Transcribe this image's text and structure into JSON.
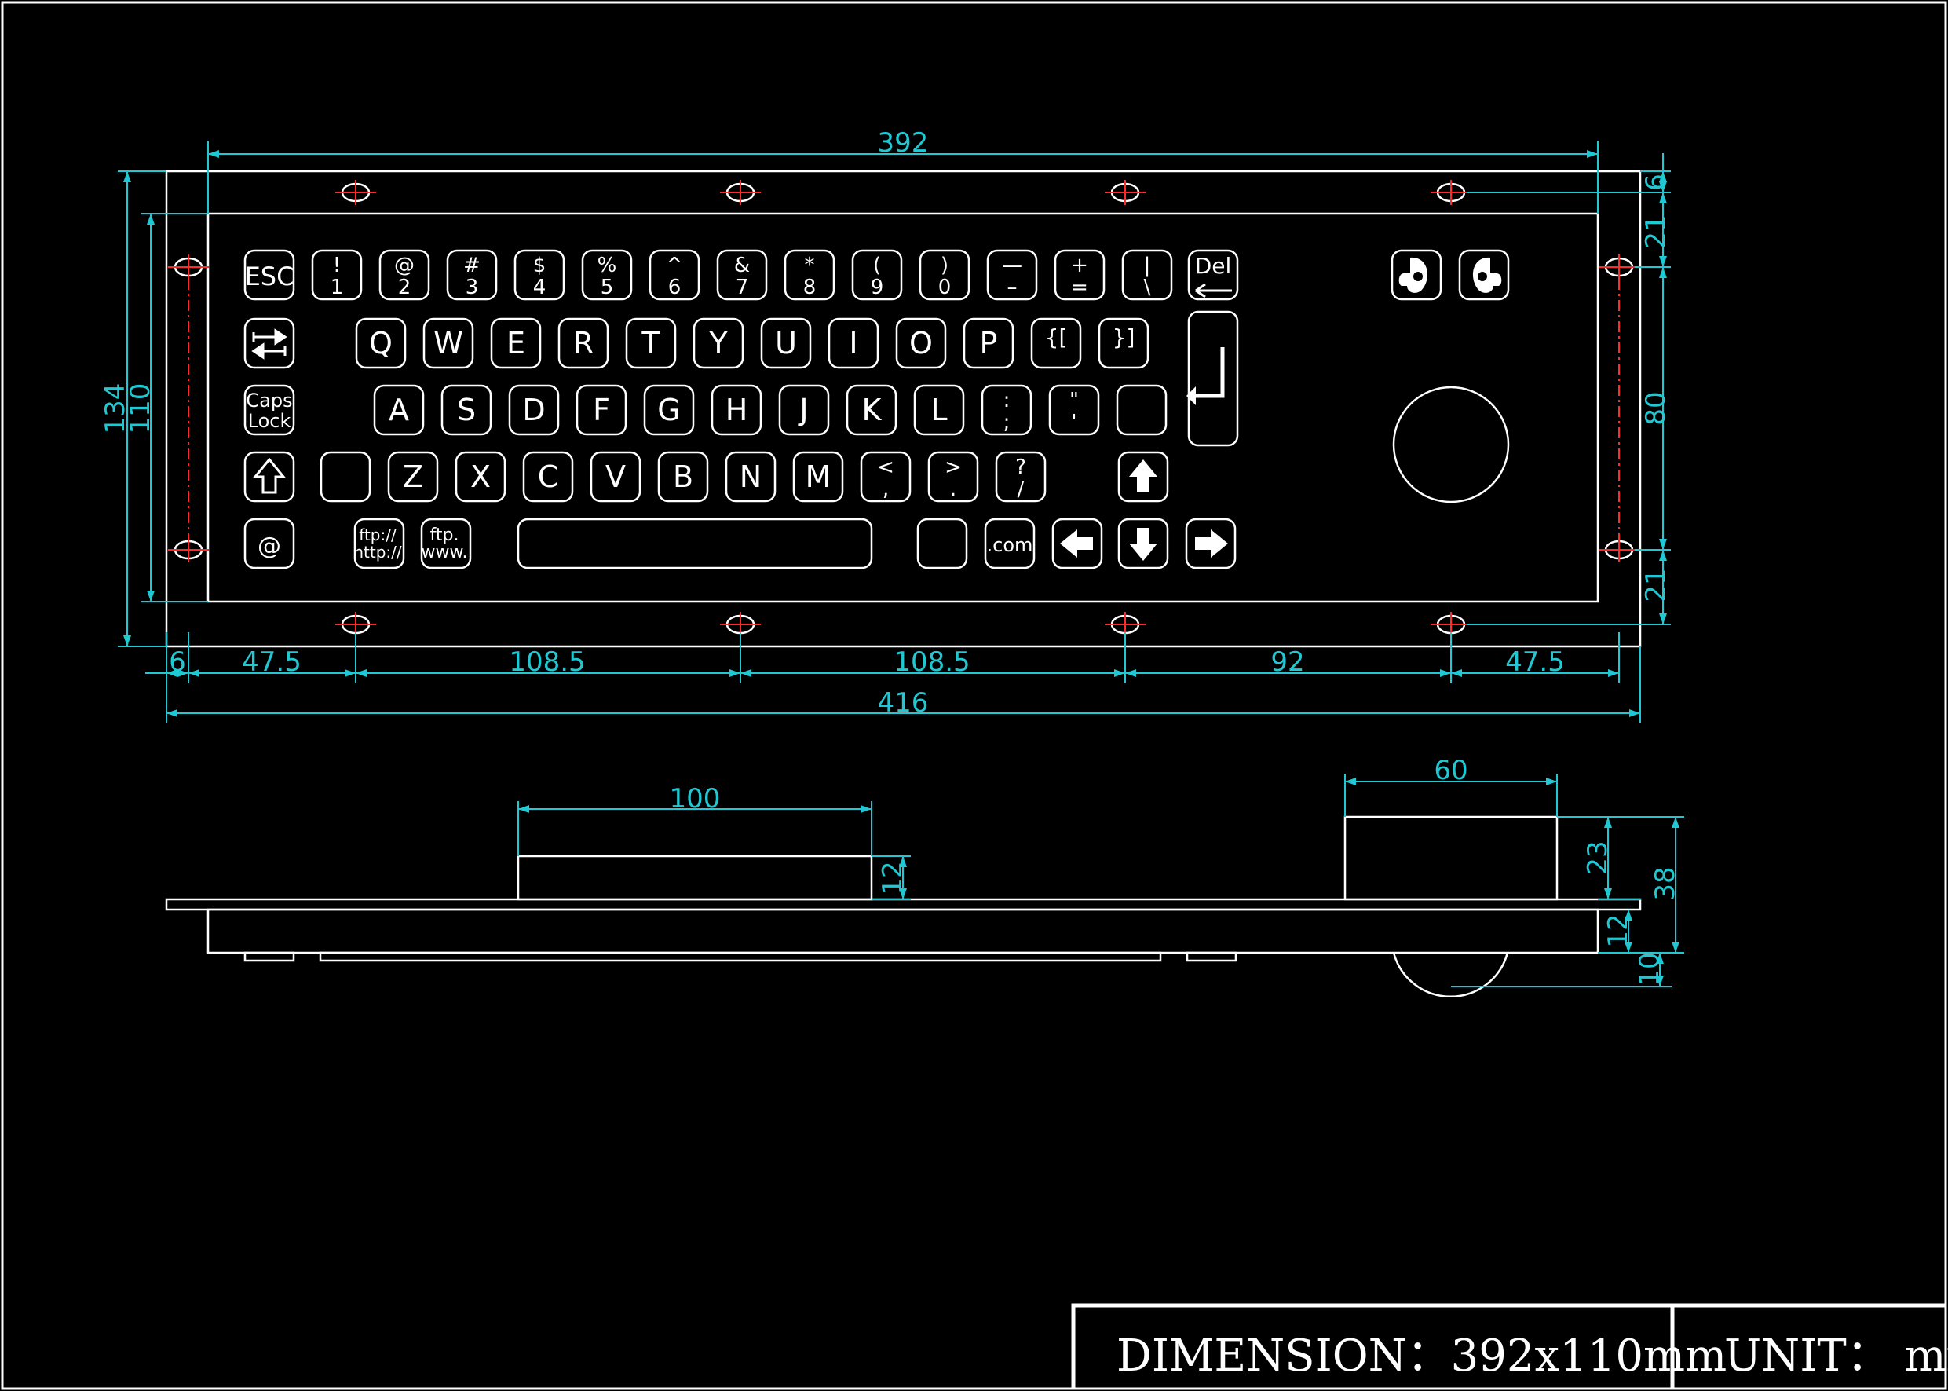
{
  "colors": {
    "background": "#000000",
    "outline": "#ffffff",
    "dimension": "#1fc8d2",
    "hole_mark": "#ff2a2a"
  },
  "keyboard": {
    "row1": [
      {
        "main": "ESC"
      },
      {
        "top": "!",
        "bottom": "1"
      },
      {
        "top": "@",
        "bottom": "2"
      },
      {
        "top": "#",
        "bottom": "3"
      },
      {
        "top": "$",
        "bottom": "4"
      },
      {
        "top": "%",
        "bottom": "5"
      },
      {
        "top": "^",
        "bottom": "6"
      },
      {
        "top": "&",
        "bottom": "7"
      },
      {
        "top": "*",
        "bottom": "8"
      },
      {
        "top": "(",
        "bottom": "9"
      },
      {
        "top": ")",
        "bottom": "0"
      },
      {
        "top": "—",
        "bottom": "–"
      },
      {
        "top": "+",
        "bottom": "="
      },
      {
        "top": "|",
        "bottom": "\\"
      },
      {
        "main": "Del",
        "icon": "backspace-arrow-icon"
      }
    ],
    "row2_tab_icon": "tab-icon",
    "row2": [
      "Q",
      "W",
      "E",
      "R",
      "T",
      "Y",
      "U",
      "I",
      "O",
      "P",
      "{[",
      "}]"
    ],
    "row3_caps": [
      "Caps",
      "Lock"
    ],
    "row3": [
      "A",
      "S",
      "D",
      "F",
      "G",
      "H",
      "J",
      "K",
      "L",
      ":",
      "\""
    ],
    "row3_semicolon": [
      ":",
      ";"
    ],
    "row3_quote": [
      "\"",
      "'"
    ],
    "row4_shift_icon": "shift-outline-icon",
    "row4": [
      "Z",
      "X",
      "C",
      "V",
      "B",
      "N",
      "M"
    ],
    "row4_lt": [
      "<",
      ","
    ],
    "row4_gt": [
      ">",
      "."
    ],
    "row4_q": [
      "?",
      "/"
    ],
    "row5_at": "@",
    "row5_ftp1": [
      "ftp://",
      "http://"
    ],
    "row5_ftp2": [
      "ftp.",
      "www."
    ],
    "row5_com": ".com",
    "enter_icon": "enter-icon",
    "arrow_icons": [
      "arrow-up-icon",
      "arrow-left-icon",
      "arrow-down-icon",
      "arrow-right-icon"
    ],
    "mouse_button_icons": [
      "left-mouse-button-icon",
      "right-mouse-button-icon"
    ],
    "trackball": "trackball"
  },
  "dimensions": {
    "top_width": "392",
    "overall_width": "416",
    "overall_height": "134",
    "inner_height": "110",
    "right_top_margin": "6",
    "right_upper_offset": "21",
    "right_hole_spacing": "80",
    "right_lower_offset": "21",
    "bottom_left_margin": "6",
    "bottom_spacings": [
      "47.5",
      "108.5",
      "108.5",
      "92",
      "47.5"
    ],
    "side_spacebar_width": "100",
    "side_spacebar_height": "12",
    "side_trackball_width": "60",
    "side_trackball_height": "23",
    "side_total_height": "38",
    "side_body_height": "12",
    "side_ball_protrusion": "10"
  },
  "title_block": {
    "dimension": "DIMENSION：392x110mm",
    "unit": "UNIT： mm"
  }
}
